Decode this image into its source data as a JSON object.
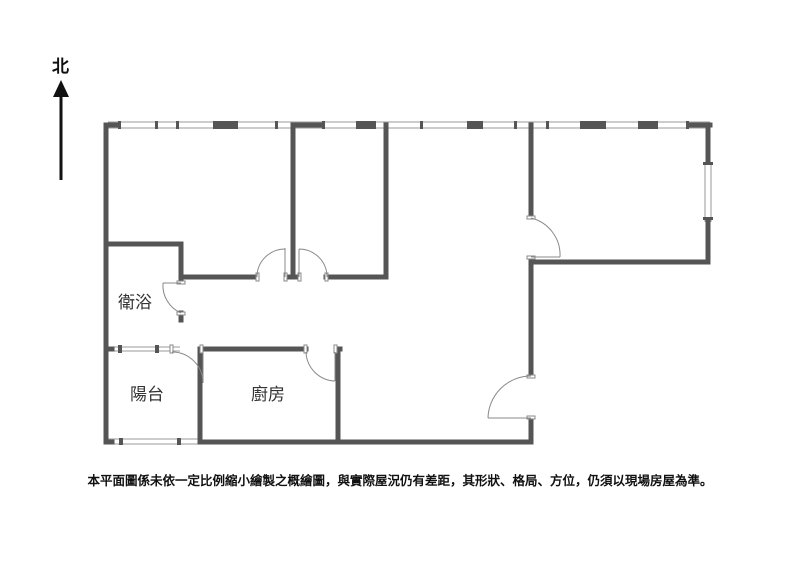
{
  "north": {
    "label": "北"
  },
  "rooms": {
    "bathroom": "衛浴",
    "balcony": "陽台",
    "kitchen": "廚房"
  },
  "disclaimer": "本平面圖係未依一定比例縮小繪製之概繪圖，與實際屋況仍有差距，其形狀、格局、方位，仍須以現場房屋為準。",
  "colors": {
    "wall": "#555555",
    "text": "#111111",
    "door": "#888888"
  }
}
